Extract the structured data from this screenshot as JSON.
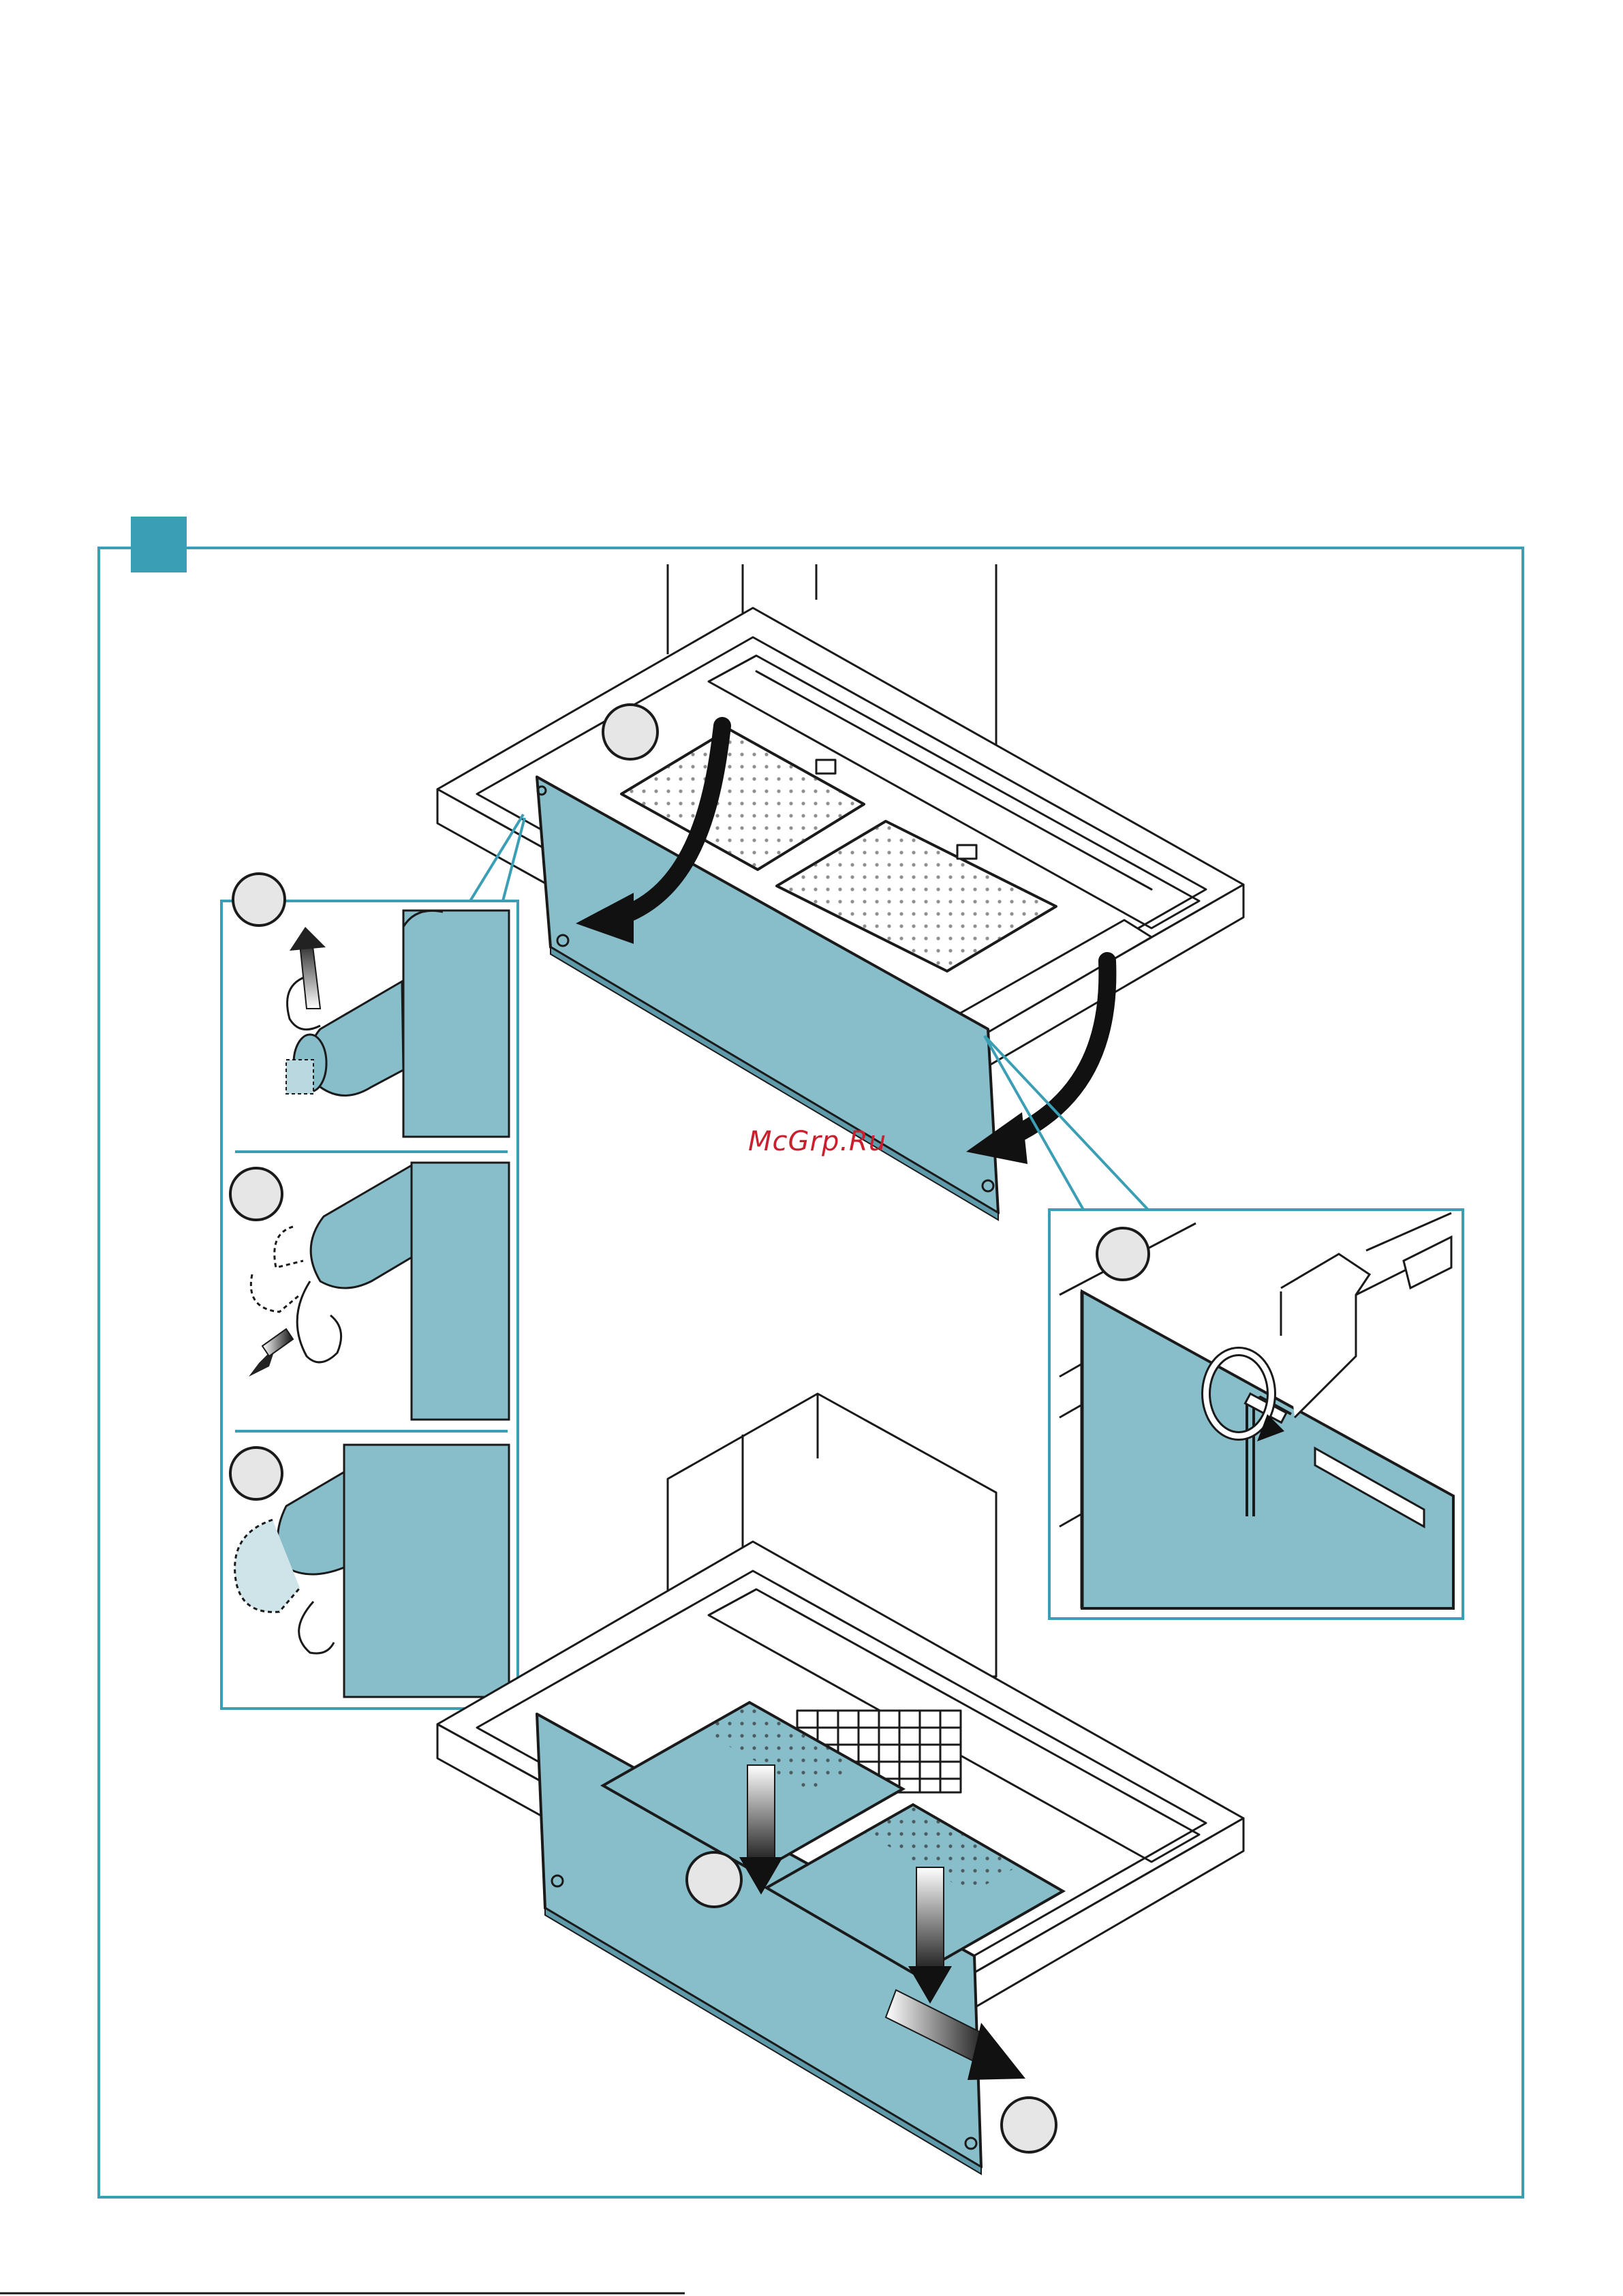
{
  "watermark": "McGrp.Ru",
  "colors": {
    "panel": "#88bdca",
    "frame": "#3a9fb4",
    "line": "#1a1a1a",
    "callout_fill": "#e6e6e6",
    "watermark": "#c8212d"
  },
  "icons": [
    "section-marker",
    "callout-circle",
    "curved-arrow",
    "straight-arrow",
    "hex-key",
    "rotation-arrow"
  ]
}
